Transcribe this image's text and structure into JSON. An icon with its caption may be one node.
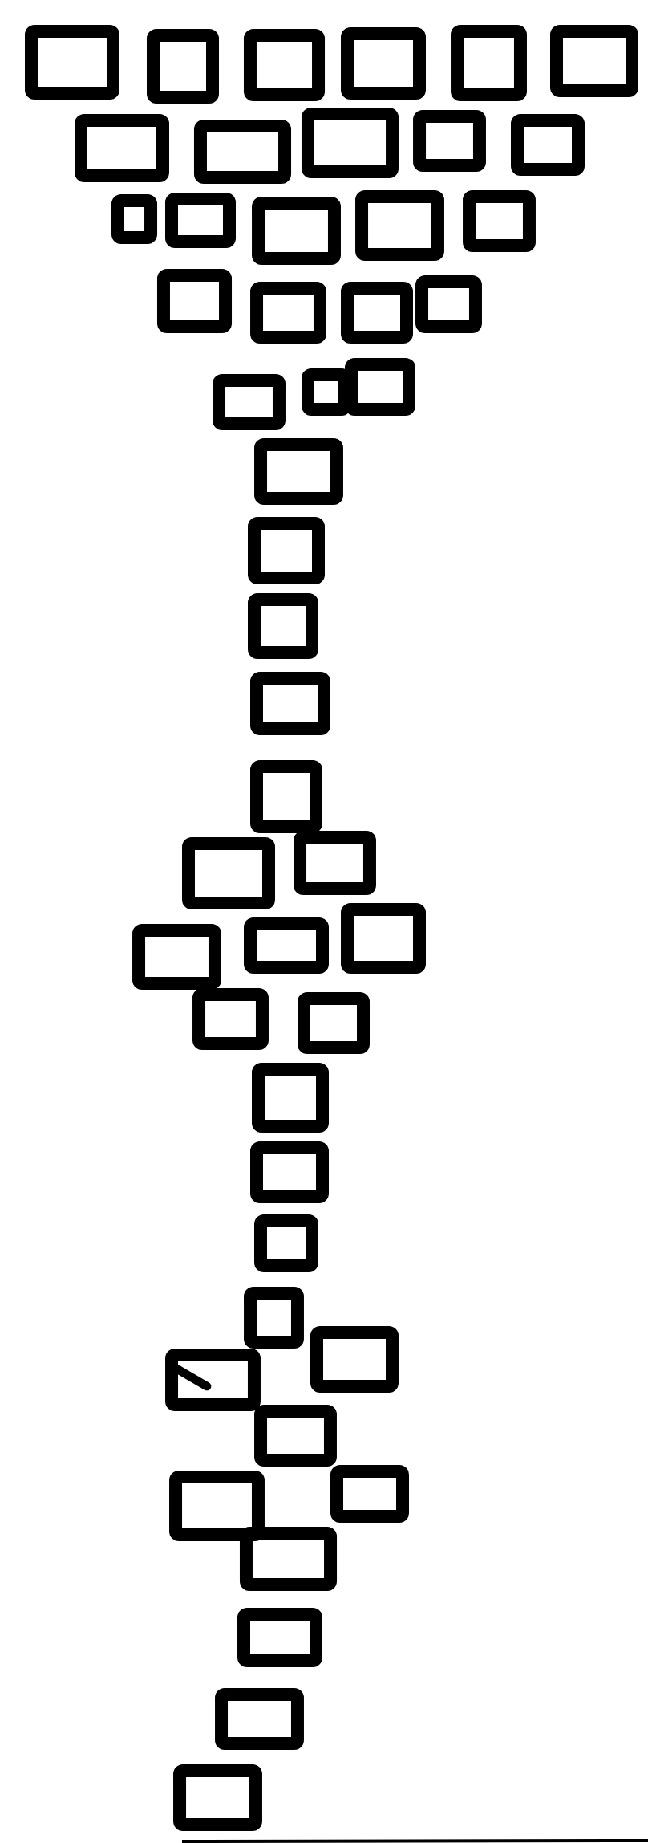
{
  "diagram": {
    "nodes": [
      {
        "text": [],
        "shape": "box"
      },
      {
        "text": [],
        "shape": "box"
      },
      {
        "text": [],
        "shape": "box"
      },
      {
        "text": [],
        "shape": "box"
      },
      {
        "text": [],
        "shape": "box"
      },
      {
        "text": [],
        "shape": "box"
      },
      {
        "text": [],
        "shape": "box"
      },
      {
        "text": [],
        "shape": "box"
      },
      {
        "text": [],
        "shape": "box"
      },
      {
        "text": [],
        "shape": "box"
      },
      {
        "text": [],
        "shape": "box"
      },
      {
        "text": [],
        "shape": "box"
      },
      {
        "text": [],
        "shape": "box"
      },
      {
        "text": [],
        "shape": "box"
      },
      {
        "text": [],
        "shape": "box"
      },
      {
        "text": [],
        "shape": "box"
      },
      {
        "text": [],
        "shape": "box"
      },
      {
        "text": [],
        "shape": "box"
      },
      {
        "text": [],
        "shape": "box"
      },
      {
        "text": [],
        "shape": "box"
      },
      {
        "text": [],
        "shape": "box"
      },
      {
        "text": [],
        "shape": "box"
      },
      {
        "text": [],
        "shape": "box"
      },
      {
        "text": [],
        "shape": "box"
      },
      {
        "text": [],
        "shape": "box"
      },
      {
        "text": [],
        "shape": "box"
      },
      {
        "text": [],
        "shape": "box"
      },
      {
        "text": [],
        "shape": "box"
      },
      {
        "text": [],
        "shape": "box"
      },
      {
        "text": [],
        "shape": "box"
      },
      {
        "text": [],
        "shape": "box"
      },
      {
        "text": [],
        "shape": "box"
      },
      {
        "text": [],
        "shape": "box"
      },
      {
        "text": [],
        "shape": "box"
      },
      {
        "text": [],
        "shape": "box"
      },
      {
        "text": [],
        "shape": "box"
      },
      {
        "text": [],
        "shape": "box"
      },
      {
        "text": [],
        "shape": "box"
      },
      {
        "text": [],
        "shape": "box"
      },
      {
        "text": [],
        "shape": "box"
      },
      {
        "text": [],
        "shape": "box"
      },
      {
        "text": [],
        "shape": "box"
      },
      {
        "text": [],
        "shape": "box"
      },
      {
        "text": [],
        "shape": "box"
      },
      {
        "text": [],
        "shape": "box"
      },
      {
        "text": [],
        "shape": "box"
      },
      {
        "text": [],
        "shape": "box"
      },
      {
        "text": [],
        "shape": "box"
      }
    ]
  }
}
